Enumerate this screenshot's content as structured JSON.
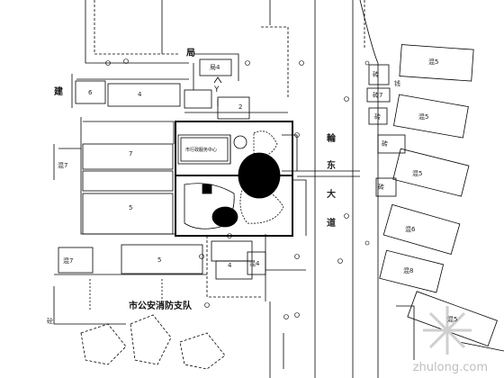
{
  "labels": {
    "ju": "局",
    "ju4": "局4",
    "jian": "建",
    "n6": "6",
    "n4a": "4",
    "n2": "2",
    "y": "Y",
    "hun7a": "混7",
    "n7": "7",
    "n5": "5",
    "plan_caption": "市行政服务中心",
    "hun7b": "混7",
    "n5b": "5",
    "n4b": "4",
    "hun4": "混4",
    "wu": "砼",
    "fire_brigade": "市公安消防支队",
    "road_1": "輪",
    "road_2": "东",
    "road_3": "大",
    "road_4": "道",
    "zhuan": "砖",
    "zhuan7": "砖7",
    "jian2": "钱",
    "zhuan2": "砖",
    "hun5a": "混5",
    "hun5b": "混5",
    "zhuan3": "砖",
    "hun5c": "混5",
    "zhuan4": "砖",
    "hun6": "混6",
    "hun8": "混8",
    "hun5d": "混5"
  },
  "watermark": "zhulong.com",
  "colors": {
    "line": "#000000",
    "watermark": "#c8c8c8"
  }
}
